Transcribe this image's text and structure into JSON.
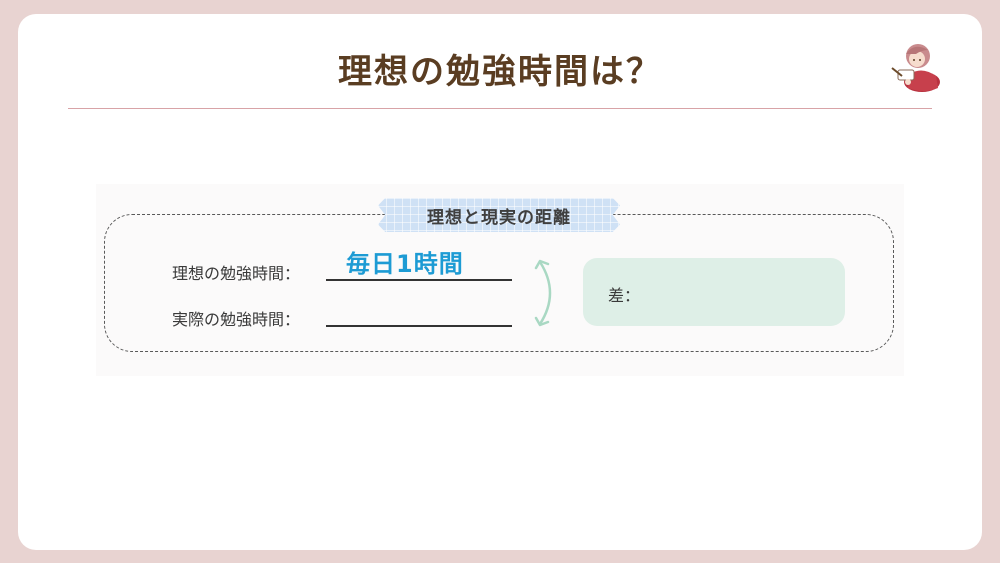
{
  "title": "理想の勉強時間は？",
  "worksheet": {
    "heading": "理想と現実の距離",
    "ideal_label": "理想の勉強時間：",
    "ideal_answer": "毎日1時間",
    "actual_label": "実際の勉強時間：",
    "difference_label": "差："
  },
  "icons": {
    "mascot": "girl-studying-illustration",
    "arrow": "double-headed-curved-arrow-icon"
  },
  "colors": {
    "background": "#e8d3d1",
    "title": "#5a3d22",
    "rule": "#d8a3a7",
    "tape": "#cfe1f5",
    "handwriting": "#1d9bd4",
    "difference_box": "#deefe7",
    "arrow": "#a9d8c3"
  }
}
